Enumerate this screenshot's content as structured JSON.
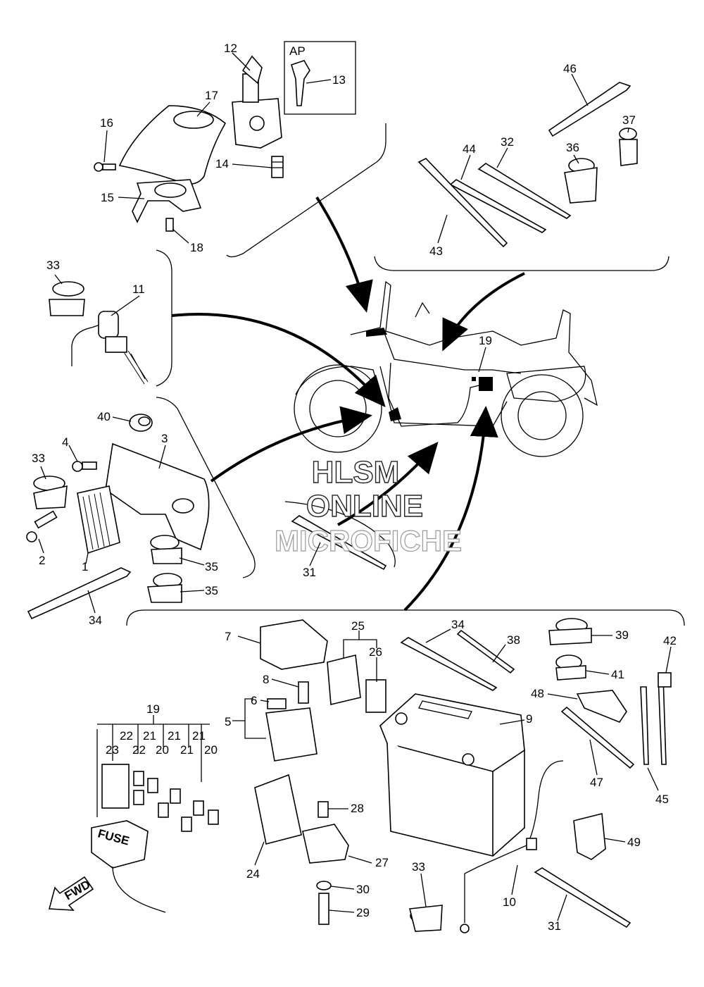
{
  "watermark": {
    "line1": "HLSM",
    "line2": "ONLINE",
    "line3": "MICROFICHE"
  },
  "fwd_label": "FWD",
  "fuse_label": "FUSE",
  "ap_label": "AP",
  "callouts": {
    "c1": "1",
    "c2": "2",
    "c3": "3",
    "c4": "4",
    "c5": "5",
    "c6": "6",
    "c7": "7",
    "c8": "8",
    "c9": "9",
    "c10": "10",
    "c11": "11",
    "c12": "12",
    "c13": "13",
    "c14": "14",
    "c15": "15",
    "c16": "16",
    "c17": "17",
    "c18": "18",
    "c19a": "19",
    "c19b": "19",
    "c20a": "20",
    "c20b": "20",
    "c21a": "21",
    "c21b": "21",
    "c21c": "21",
    "c21d": "21",
    "c22a": "22",
    "c22b": "22",
    "c23": "23",
    "c24": "24",
    "c25": "25",
    "c26": "26",
    "c27": "27",
    "c28": "28",
    "c29": "29",
    "c30": "30",
    "c31a": "31",
    "c31b": "31",
    "c32": "32",
    "c33a": "33",
    "c33b": "33",
    "c33c": "33",
    "c34a": "34",
    "c34b": "34",
    "c35a": "35",
    "c35b": "35",
    "c36": "36",
    "c37": "37",
    "c38": "38",
    "c39": "39",
    "c40": "40",
    "c41": "41",
    "c42": "42",
    "c43": "43",
    "c44": "44",
    "c45": "45",
    "c46": "46",
    "c47": "47",
    "c48": "48",
    "c49": "49"
  }
}
